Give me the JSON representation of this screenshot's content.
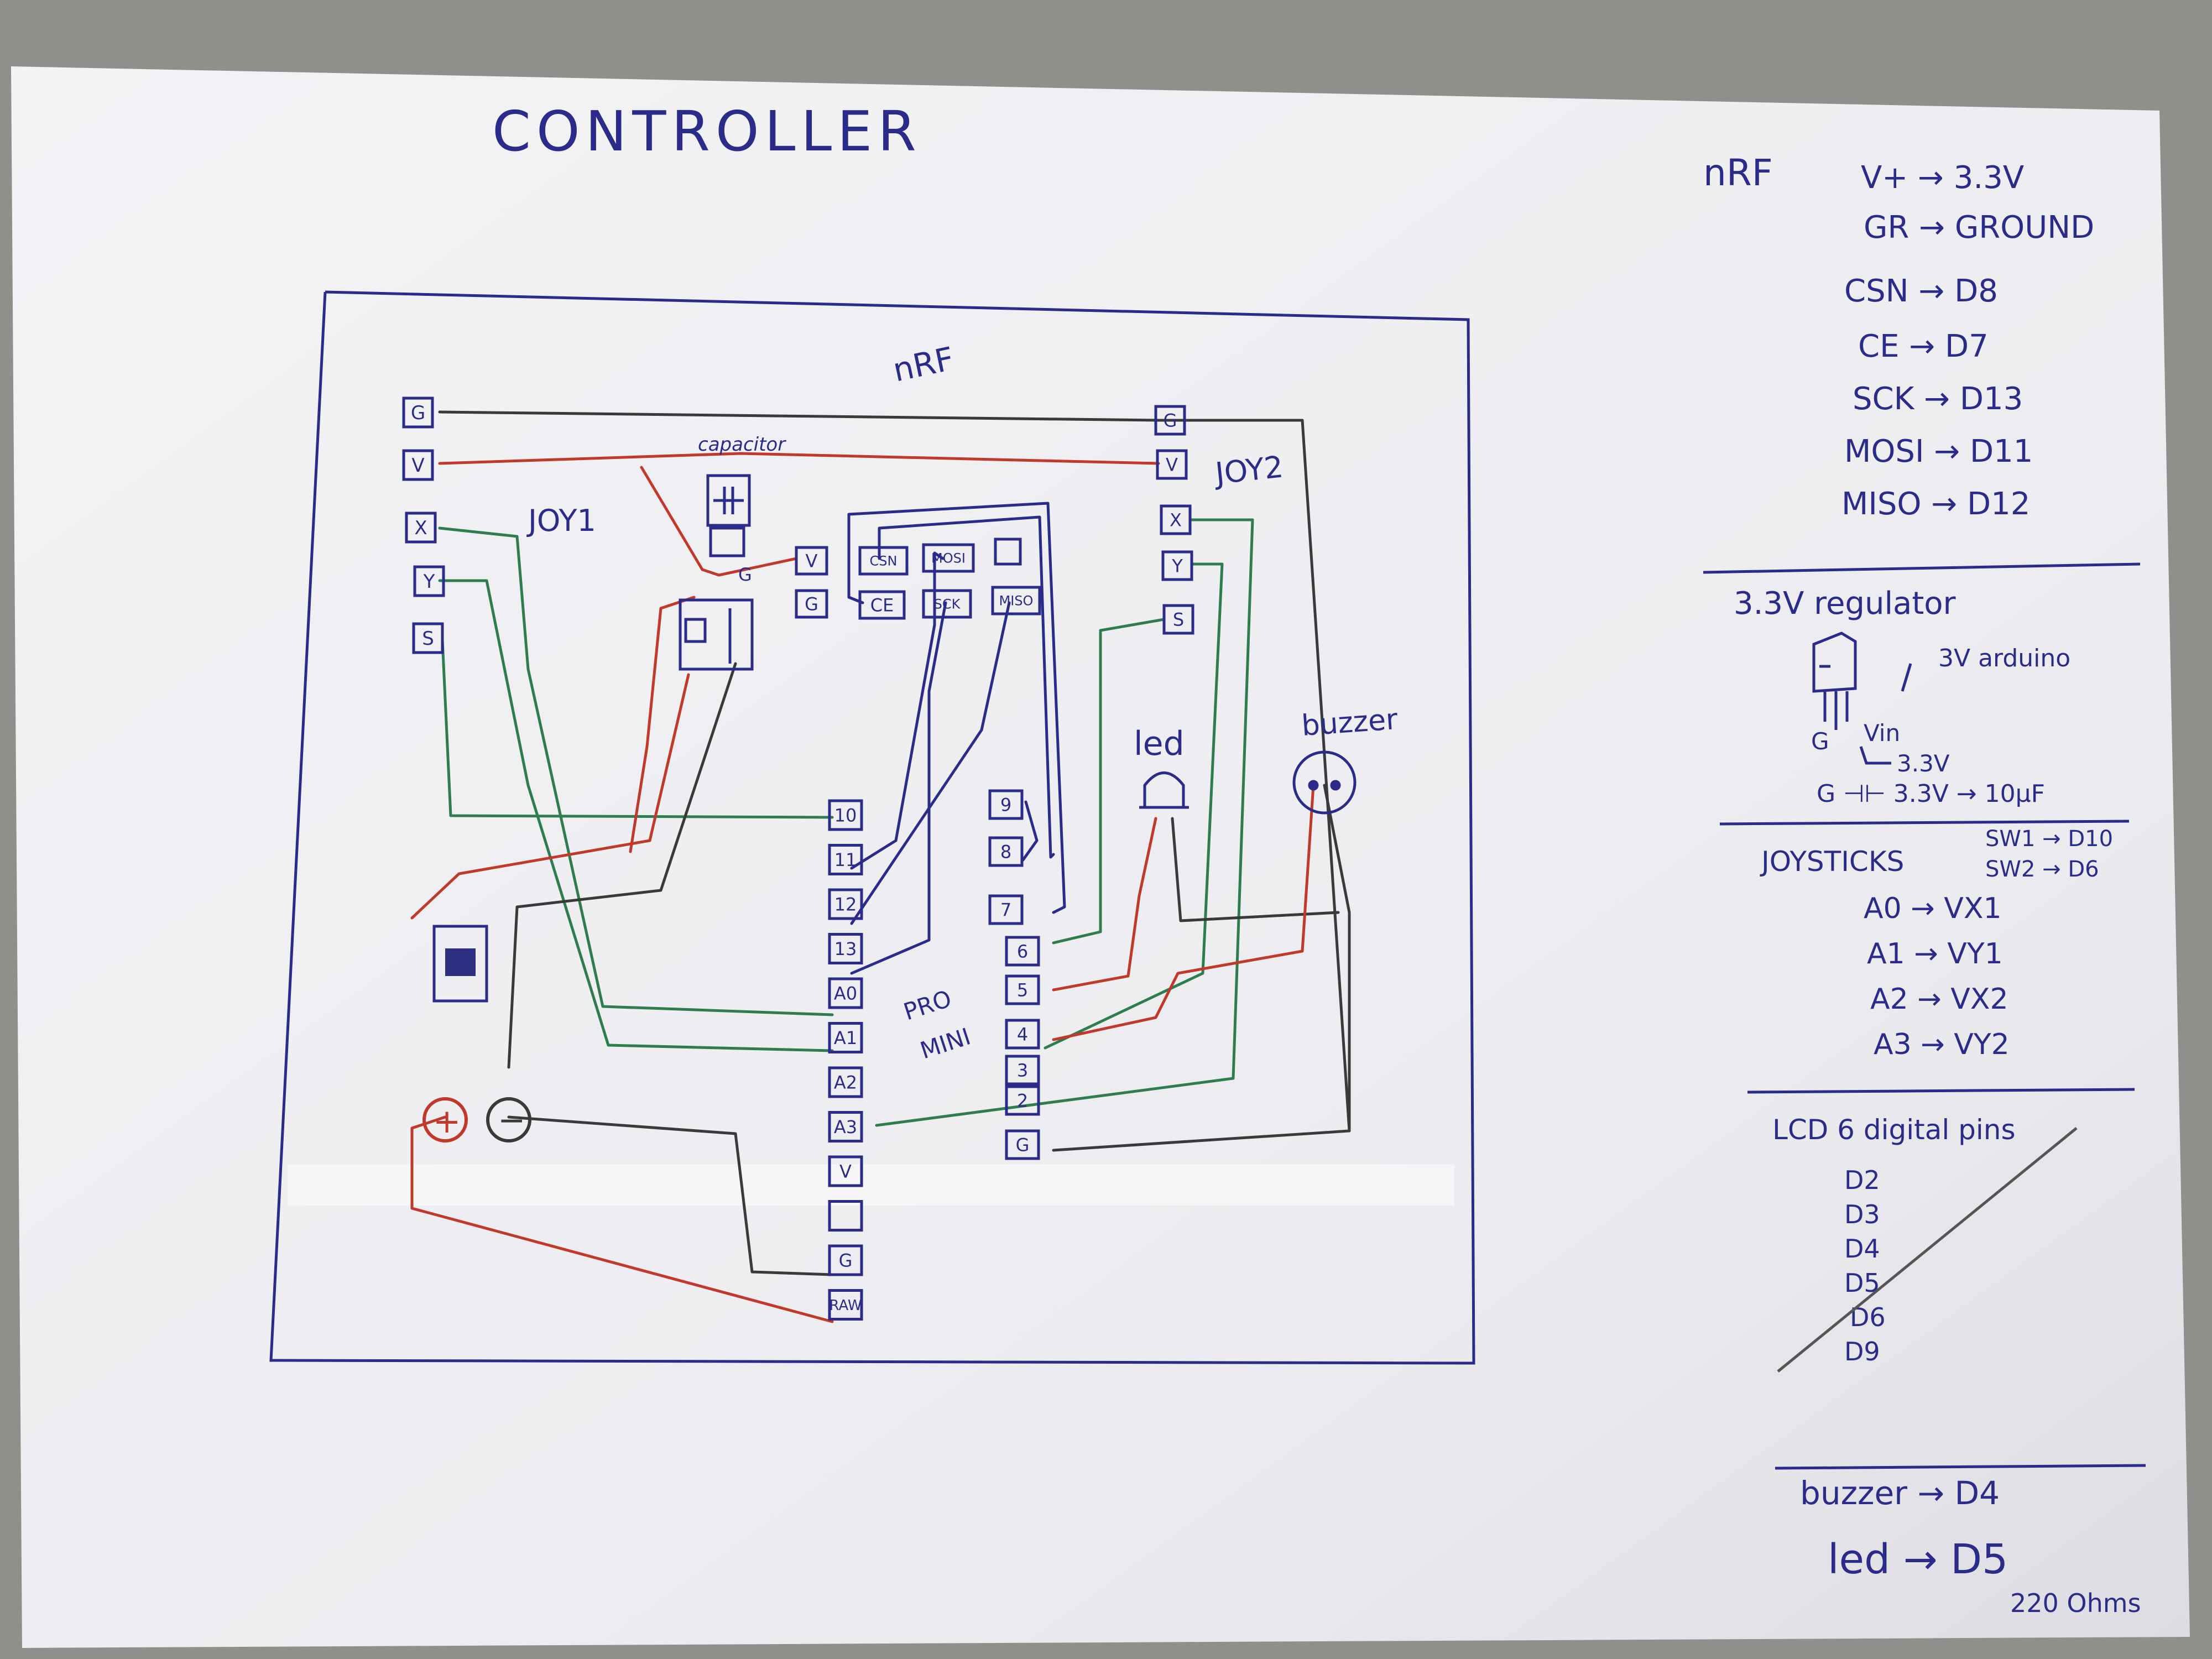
{
  "title": "CONTROLLER",
  "diagram": {
    "nrf_label": "nRF",
    "capacitor_label": "capacitor",
    "joy1_label": "JOY1",
    "joy2_label": "JOY2",
    "promini_label": [
      "PRO",
      "MINI"
    ],
    "led_label": "led",
    "buzzer_label": "buzzer",
    "plus_label": "+",
    "minus_label": "−",
    "joy1_pins": [
      "G",
      "V",
      "X",
      "Y",
      "S"
    ],
    "joy2_pins": [
      "G",
      "V",
      "X",
      "Y",
      "S"
    ],
    "nrf_pins": [
      "V",
      "G",
      "CSN",
      "MOSI",
      "CE",
      "SCK",
      "MISO"
    ],
    "reg_pins": [
      "G"
    ],
    "left_header": [
      "10",
      "11",
      "12",
      "13",
      "A0",
      "A1",
      "A2",
      "A3",
      "V",
      "",
      "G",
      "RAW"
    ],
    "right_header": [
      "9",
      "8",
      "7",
      "6",
      "5",
      "4",
      "3",
      "2",
      "G"
    ]
  },
  "notes": {
    "nrf": {
      "heading": "nRF",
      "rows": [
        {
          "pin": "V+",
          "target": "3.3V"
        },
        {
          "pin": "GR",
          "target": "GROUND"
        },
        {
          "pin": "CSN",
          "target": "D8"
        },
        {
          "pin": "CE",
          "target": "D7"
        },
        {
          "pin": "SCK",
          "target": "D13"
        },
        {
          "pin": "MOSI",
          "target": "D11"
        },
        {
          "pin": "MISO",
          "target": "D12"
        }
      ]
    },
    "regulator": {
      "heading": "3.3V regulator",
      "arduino": "3V arduino",
      "g": "G",
      "vin": "Vin",
      "out": "3.3V",
      "cap_line": "G ⊣⊢ 3.3V → 10µF"
    },
    "joysticks": {
      "heading": "JOYSTICKS",
      "sw1": "SW1 → D10",
      "sw2": "SW2 → D6",
      "rows": [
        "A0 → VX1",
        "A1 → VY1",
        "A2 → VX2",
        "A3 → VY2"
      ]
    },
    "lcd": {
      "heading": "LCD 6 digital pins",
      "pins": [
        "D2",
        "D3",
        "D4",
        "D5",
        "D6",
        "D9"
      ]
    },
    "outputs": {
      "buzzer": "buzzer → D4",
      "led": "led → D5",
      "resistor": "220 Ohms"
    }
  },
  "colors": {
    "ink": "#2b2b8a",
    "wire_red": "#c0392b",
    "wire_black": "#3a3a3a",
    "wire_green": "#2e7d4f",
    "paper": "#f1f1f3"
  }
}
